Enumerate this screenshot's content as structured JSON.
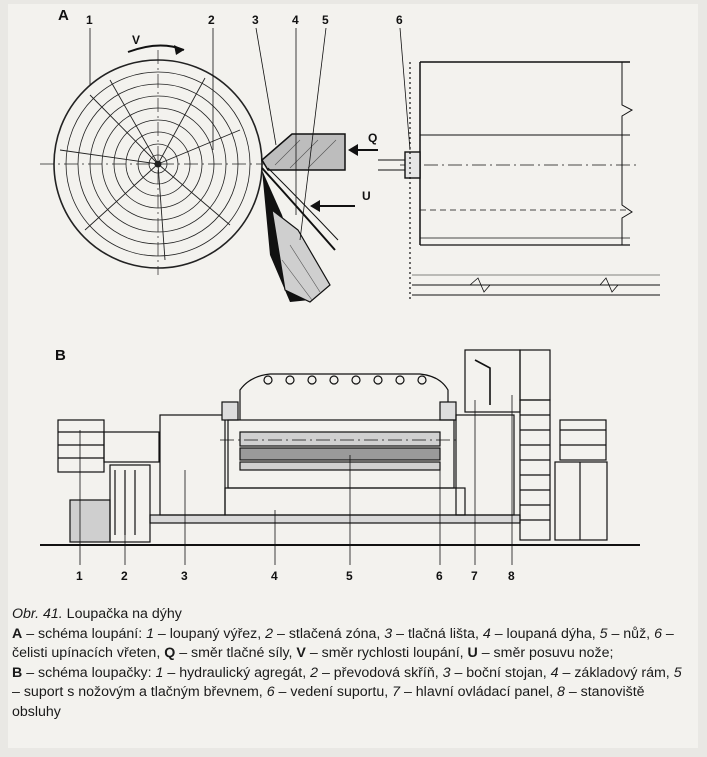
{
  "section_a": {
    "letter": "A",
    "labels": [
      "1",
      "2",
      "3",
      "4",
      "5",
      "6"
    ],
    "arrow_v": "V",
    "arrow_q": "Q",
    "arrow_u": "U"
  },
  "section_b": {
    "letter": "B",
    "labels": [
      "1",
      "2",
      "3",
      "4",
      "5",
      "6",
      "7",
      "8"
    ]
  },
  "caption": {
    "title_italic": "Obr. 41.",
    "title_rest": " Loupačka na dýhy",
    "a_line": {
      "key": "A",
      "text1": " – schéma loupání: ",
      "n1": "1",
      "t1": " – loupaný výřez, ",
      "n2": "2",
      "t2": " – stlačená zóna, ",
      "n3": "3",
      "t3": " – tlačná lišta, ",
      "n4": "4",
      "t4": " – loupaná dýha, ",
      "n5": "5",
      "t5": " – nůž, ",
      "n6": "6",
      "t6": " – čelisti upínacích vřeten, ",
      "q": "Q",
      "tq": " – směr tlačné síly, ",
      "v": "V",
      "tv": " – směr rychlosti loupání, ",
      "u": "U",
      "tu": " – směr posuvu nože;"
    },
    "b_line": {
      "key": "B",
      "text1": " – schéma loupačky: ",
      "n1": "1",
      "t1": " – hydraulický agregát, ",
      "n2": "2",
      "t2": " – převodová skříň, ",
      "n3": "3",
      "t3": " – boční stojan, ",
      "n4": "4",
      "t4": " – základový rám, ",
      "n5": "5",
      "t5": " – suport s nožovým a tlačným břevnem, ",
      "n6": "6",
      "t6": " – vedení suportu, ",
      "n7": "7",
      "t7": " – hlavní ovládací panel, ",
      "n8": "8",
      "t8": " – stanoviště obsluhy"
    }
  }
}
